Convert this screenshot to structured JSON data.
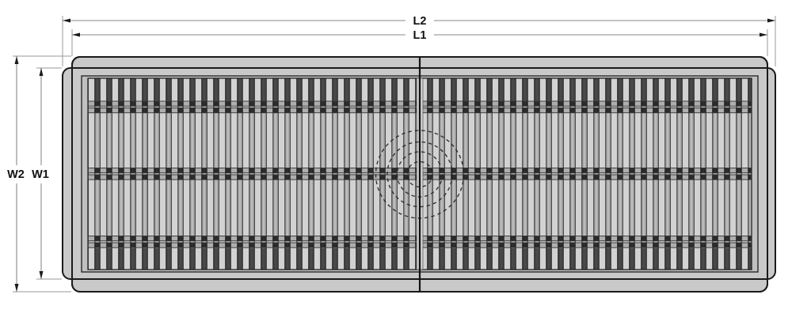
{
  "drawing": {
    "view": "top view technical drawing of slatted drain grate with channel frame",
    "dimensions": {
      "l2_label": "L2",
      "l1_label": "L1",
      "w2_label": "W2",
      "w1_label": "W1"
    },
    "colors": {
      "background": "#ffffff",
      "outline": "#1a1a1a",
      "frame_fill": "#c9c9c9",
      "inner_frame_fill": "#c0c0c0",
      "slat_light": "#d2d2d2",
      "slat_gap": "#949494",
      "crossbar_dark": "#2a2a2a",
      "dimension_line": "#8a8a8a",
      "extension_line": "#9a9a9a",
      "hidden_circle_line": "#242424",
      "label_text": "#111111"
    }
  }
}
